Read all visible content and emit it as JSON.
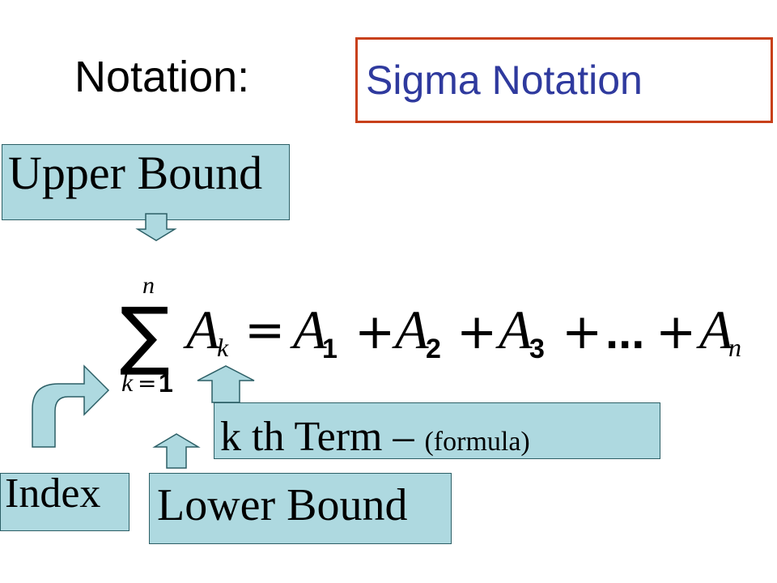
{
  "heading": "Notation:",
  "sigma_title": "Sigma Notation",
  "callouts": {
    "upper": "Upper Bound",
    "term_main": "k th Term – ",
    "term_sub": "(formula)",
    "index": "Index",
    "lower": "Lower Bound"
  },
  "equation": {
    "upper_limit": "n",
    "sigma": "∑",
    "lower_var": "k",
    "lower_eq": "=",
    "lower_val": "1",
    "term_letter": "A",
    "term_sub": "k",
    "equals": "=",
    "t1": "A",
    "t1_sub": "1",
    "p1": "+",
    "t2": "A",
    "t2_sub": "2",
    "p2": "+",
    "t3": "A",
    "t3_sub": "3",
    "p3": "+",
    "dots": "...",
    "p4": "+",
    "tn": "A",
    "tn_sub": "n"
  },
  "colors": {
    "callout_fill": "#aed9e0",
    "title_box_border": "#c8401a",
    "title_text": "#2f3a9e"
  }
}
